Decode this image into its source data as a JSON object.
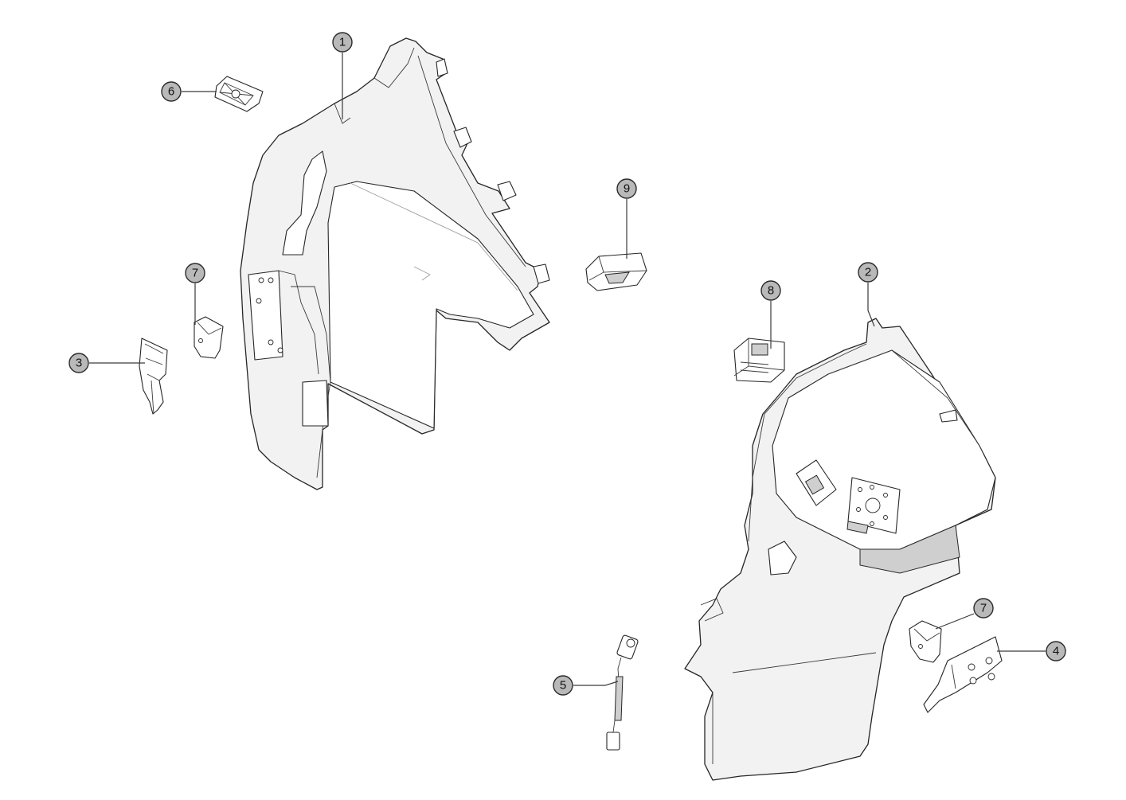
{
  "diagram": {
    "callouts": [
      {
        "id": "callout-1",
        "label": "1"
      },
      {
        "id": "callout-2",
        "label": "2"
      },
      {
        "id": "callout-3",
        "label": "3"
      },
      {
        "id": "callout-4",
        "label": "4"
      },
      {
        "id": "callout-5",
        "label": "5"
      },
      {
        "id": "callout-6",
        "label": "6"
      },
      {
        "id": "callout-7a",
        "label": "7"
      },
      {
        "id": "callout-7b",
        "label": "7"
      },
      {
        "id": "callout-8",
        "label": "8"
      },
      {
        "id": "callout-9",
        "label": "9"
      }
    ]
  }
}
